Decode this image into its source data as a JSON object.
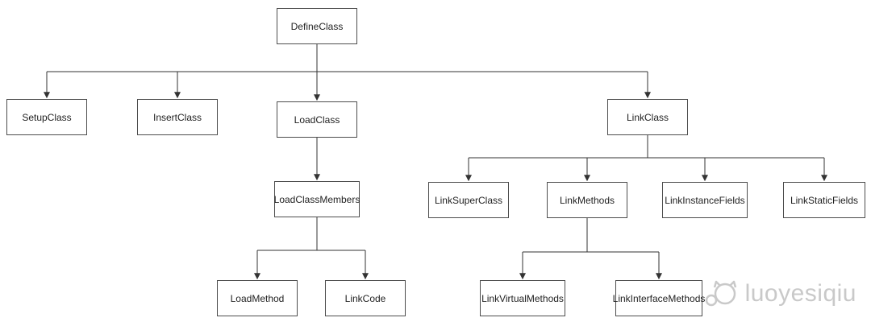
{
  "diagram": {
    "type": "tree",
    "nodes": {
      "define_class": "DefineClass",
      "setup_class": "SetupClass",
      "insert_class": "InsertClass",
      "load_class": "LoadClass",
      "link_class": "LinkClass",
      "load_class_members": "LoadClassMembers",
      "link_super_class": "LinkSuperClass",
      "link_methods": "LinkMethods",
      "link_instance_fields": "LinkInstanceFields",
      "link_static_fields": "LinkStaticFields",
      "load_method": "LoadMethod",
      "link_code": "LinkCode",
      "link_virtual_methods": "LinkVirtualMethods",
      "link_interface_methods": "LinkInterfaceMethods"
    },
    "edges": [
      [
        "DefineClass",
        "SetupClass"
      ],
      [
        "DefineClass",
        "InsertClass"
      ],
      [
        "DefineClass",
        "LoadClass"
      ],
      [
        "DefineClass",
        "LinkClass"
      ],
      [
        "LoadClass",
        "LoadClassMembers"
      ],
      [
        "LoadClassMembers",
        "LoadMethod"
      ],
      [
        "LoadClassMembers",
        "LinkCode"
      ],
      [
        "LinkClass",
        "LinkSuperClass"
      ],
      [
        "LinkClass",
        "LinkMethods"
      ],
      [
        "LinkClass",
        "LinkInstanceFields"
      ],
      [
        "LinkClass",
        "LinkStaticFields"
      ],
      [
        "LinkMethods",
        "LinkVirtualMethods"
      ],
      [
        "LinkMethods",
        "LinkInterfaceMethods"
      ]
    ]
  },
  "watermark": {
    "text": "luoyesiqiu"
  }
}
